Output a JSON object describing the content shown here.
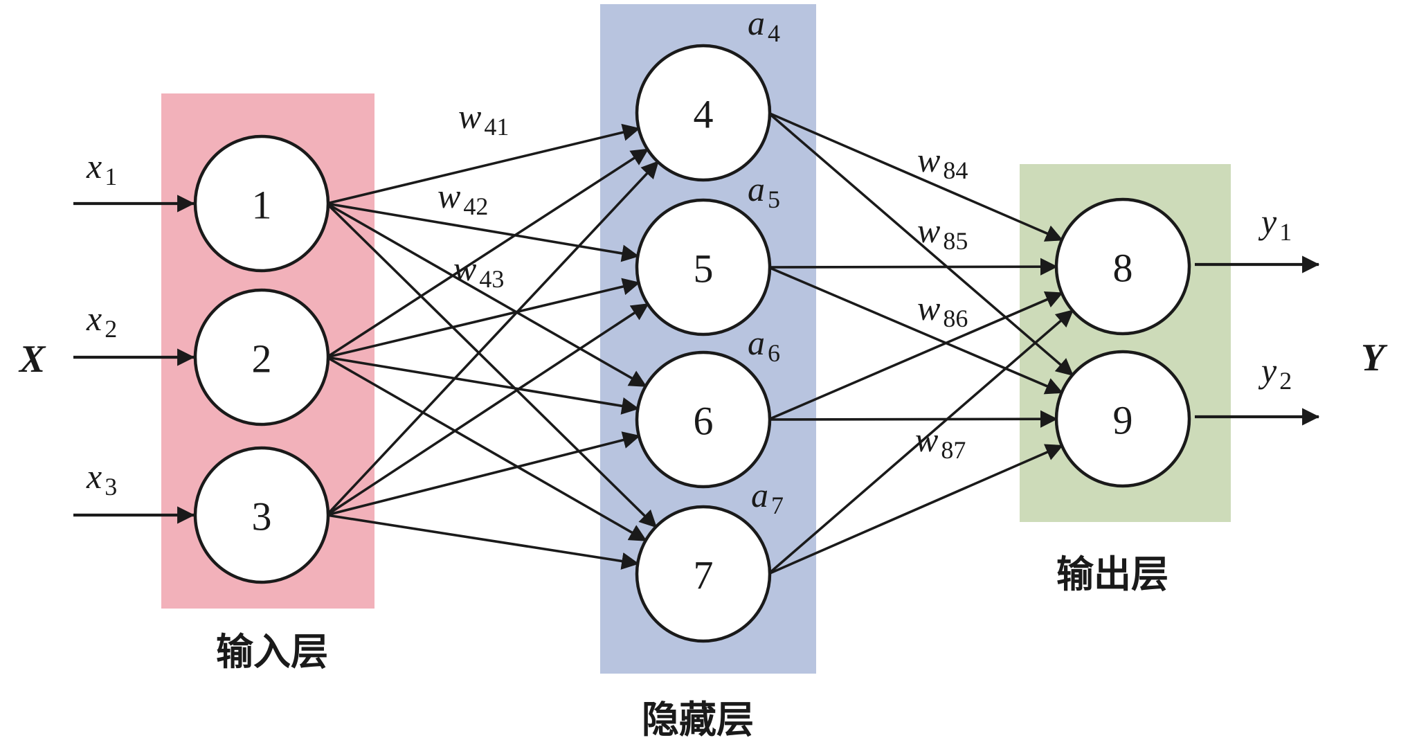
{
  "title": "三层前馈神经网络结构示意图",
  "colors": {
    "input_layer": "#f2b1ba",
    "hidden_layer": "#b8c4df",
    "output_layer": "#cddbb9",
    "stroke": "#1a1a1a"
  },
  "layers": [
    {
      "id": "input",
      "caption": "输入层",
      "nodes": [
        "1",
        "2",
        "3"
      ]
    },
    {
      "id": "hidden",
      "caption": "隐藏层",
      "nodes": [
        "4",
        "5",
        "6",
        "7"
      ]
    },
    {
      "id": "output",
      "caption": "输出层",
      "nodes": [
        "8",
        "9"
      ]
    }
  ],
  "inputs": {
    "group_label": "X",
    "items": [
      {
        "symbol": "x",
        "sub": "1",
        "to": "1"
      },
      {
        "symbol": "x",
        "sub": "2",
        "to": "2"
      },
      {
        "symbol": "x",
        "sub": "3",
        "to": "3"
      }
    ]
  },
  "outputs": {
    "group_label": "Y",
    "items": [
      {
        "symbol": "y",
        "sub": "1",
        "from": "8"
      },
      {
        "symbol": "y",
        "sub": "2",
        "from": "9"
      }
    ]
  },
  "activations": [
    {
      "node": "4",
      "symbol": "a",
      "sub": "4"
    },
    {
      "node": "5",
      "symbol": "a",
      "sub": "5"
    },
    {
      "node": "6",
      "symbol": "a",
      "sub": "6"
    },
    {
      "node": "7",
      "symbol": "a",
      "sub": "7"
    }
  ],
  "edges": [
    {
      "from": "1",
      "to": "4"
    },
    {
      "from": "1",
      "to": "5"
    },
    {
      "from": "1",
      "to": "6"
    },
    {
      "from": "1",
      "to": "7"
    },
    {
      "from": "2",
      "to": "4"
    },
    {
      "from": "2",
      "to": "5"
    },
    {
      "from": "2",
      "to": "6"
    },
    {
      "from": "2",
      "to": "7"
    },
    {
      "from": "3",
      "to": "4"
    },
    {
      "from": "3",
      "to": "5"
    },
    {
      "from": "3",
      "to": "6"
    },
    {
      "from": "3",
      "to": "7"
    },
    {
      "from": "4",
      "to": "8"
    },
    {
      "from": "4",
      "to": "9"
    },
    {
      "from": "5",
      "to": "8"
    },
    {
      "from": "5",
      "to": "9"
    },
    {
      "from": "6",
      "to": "8"
    },
    {
      "from": "6",
      "to": "9"
    },
    {
      "from": "7",
      "to": "8"
    },
    {
      "from": "7",
      "to": "9"
    }
  ],
  "weight_labels": [
    {
      "symbol": "w",
      "sub": "41"
    },
    {
      "symbol": "w",
      "sub": "42"
    },
    {
      "symbol": "w",
      "sub": "43"
    },
    {
      "symbol": "w",
      "sub": "84"
    },
    {
      "symbol": "w",
      "sub": "85"
    },
    {
      "symbol": "w",
      "sub": "86"
    },
    {
      "symbol": "w",
      "sub": "87"
    }
  ]
}
